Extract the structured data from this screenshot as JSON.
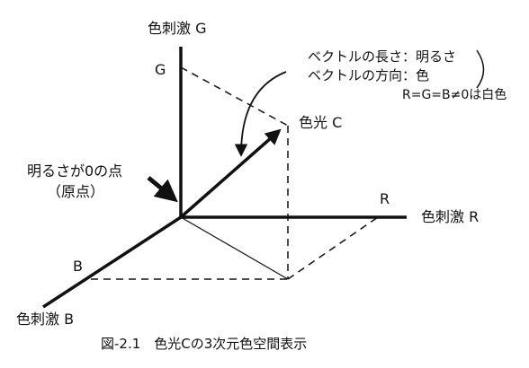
{
  "axes": {
    "g_axis_label": "色刺激 G",
    "r_axis_label": "色刺激 R",
    "b_axis_label": "色刺激 B",
    "g_marker": "G",
    "r_marker": "R",
    "b_marker": "B"
  },
  "vector": {
    "label": "色光 C"
  },
  "annotation": {
    "length_line": "ベクトルの長さ：明るさ",
    "direction_line": "ベクトルの方向：色",
    "white_line": "R=G=B≠0は白色"
  },
  "origin": {
    "line1": "明るさが0の点",
    "line2": "（原点）"
  },
  "caption": "図-2.1　色光Cの3次元色空間表示",
  "colors": {
    "ink": "#111111",
    "background": "#ffffff"
  }
}
